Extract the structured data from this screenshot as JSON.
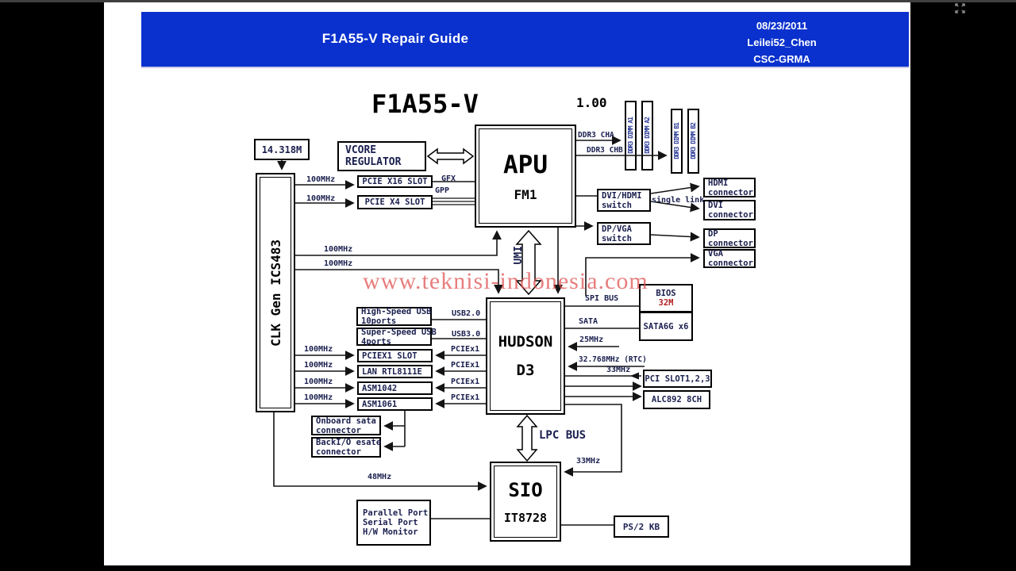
{
  "window": {
    "fullscreen_icon": "expand-icon"
  },
  "banner": {
    "title": "F1A55-V Repair Guide",
    "date": "08/23/2011",
    "author": "Leilei52_Chen",
    "dept": "CSC-GRMA",
    "bg_color": "#0a31cd"
  },
  "diagram": {
    "title": "F1A55-V",
    "version": "1.00",
    "watermark": {
      "text": "www.teknisi-indonesia.com",
      "color": "#de4c4c"
    },
    "colors": {
      "wire": "#141414",
      "label_text": "#1a1f4e",
      "red_text": "#b22222"
    },
    "blocks": {
      "crystal": {
        "label": "14.318M"
      },
      "clkgen": {
        "label": "CLK Gen ICS483"
      },
      "vcore": {
        "line1": "VCORE",
        "line2": "REGULATOR"
      },
      "pcie_x16": {
        "label": "PCIE X16 SLOT"
      },
      "pcie_x4": {
        "label": "PCIE X4 SLOT"
      },
      "apu": {
        "name": "APU",
        "socket": "FM1"
      },
      "dimms": [
        {
          "label": "DDR3 DIMM A1"
        },
        {
          "label": "DDR3 DIMM A2"
        },
        {
          "label": "DDR3 DIMM B1"
        },
        {
          "label": "DDR3 DIMM B2"
        }
      ],
      "dvi_hdmi_switch": {
        "line1": "DVI/HDMI",
        "line2": "switch"
      },
      "dp_vga_switch": {
        "line1": "DP/VGA",
        "line2": "switch"
      },
      "hdmi_connector": {
        "line1": "HDMI",
        "line2": "connector"
      },
      "dvi_connector": {
        "line1": "DVI",
        "line2": "connector"
      },
      "dp_connector": {
        "line1": "DP",
        "line2": "connector"
      },
      "vga_connector": {
        "line1": "VGA",
        "line2": "connector"
      },
      "hudson": {
        "name": "HUDSON",
        "rev": "D3"
      },
      "bios": {
        "line1": "BIOS",
        "line2": "32M"
      },
      "sata6g": {
        "label": "SATA6G x6"
      },
      "usb2": {
        "line1": "High-Speed USB",
        "line2": "10ports"
      },
      "usb3": {
        "line1": "Super-Speed USB",
        "line2": "4ports"
      },
      "pciex1_slot": {
        "label": "PCIEX1 SLOT"
      },
      "lan": {
        "label": "LAN RTL8111E"
      },
      "asm1042": {
        "label": "ASM1042"
      },
      "asm1061": {
        "label": "ASM1061"
      },
      "onboard_sata": {
        "line1": "Onboard sata",
        "line2": "connector"
      },
      "backio_esata": {
        "line1": "BackI/O esate",
        "line2": "connector"
      },
      "pci_slots": {
        "label": "PCI SLOT1,2,3"
      },
      "alc892": {
        "label": "ALC892 8CH"
      },
      "sio": {
        "name": "SIO",
        "chip": "IT8728"
      },
      "superio_ports": {
        "line1": "Parallel Port",
        "line2": "Serial Port",
        "line3": "H/W Monitor"
      },
      "ps2": {
        "label": "PS/2 KB"
      }
    },
    "wires": {
      "clk_pcie_x16": "100MHz",
      "clk_pcie_x4": "100MHz",
      "gfx": "GFX",
      "gpp": "GPP",
      "ddr3_cha": "DDR3 CHA",
      "ddr3_chb": "DDR3 CHB",
      "single_link": "single link",
      "clk_apu": "100MHz",
      "clk_hudson": "100MHz",
      "umi": "UMI",
      "usb20": "USB2.0",
      "usb30": "USB3.0",
      "pciex1": [
        "PCIEx1",
        "PCIEx1",
        "PCIEx1",
        "PCIEx1"
      ],
      "clk_100": [
        "100MHz",
        "100MHz",
        "100MHz",
        "100MHz"
      ],
      "spi_bus": "SPI BUS",
      "sata": "SATA",
      "clk_25": "25MHz",
      "rtc": "32.768MHz (RTC)",
      "clk_33_pci": "33MHz",
      "lpc_bus": "LPC BUS",
      "clk_33_sio": "33MHz",
      "clk_48": "48MHz"
    }
  }
}
